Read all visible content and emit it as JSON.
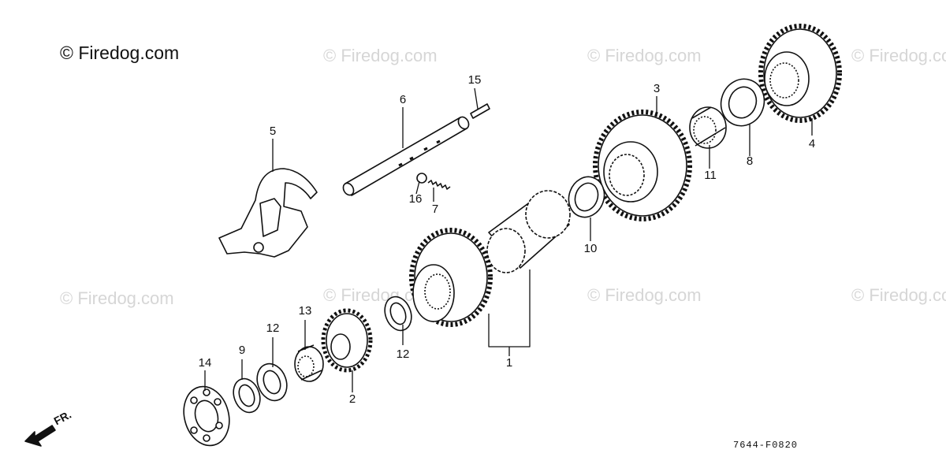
{
  "copyright": "© Firedog.com",
  "watermarks": [
    "© Firedog.com",
    "© Firedog.com",
    "© Firedog.com",
    "© Firedog.com",
    "© Firedog.com",
    "© Firedog.com",
    "© Firedog.com"
  ],
  "diagram_code": "7644-F0820",
  "front_label": "FR.",
  "callouts": {
    "c1": "1",
    "c2": "2",
    "c3": "3",
    "c4": "4",
    "c5": "5",
    "c6": "6",
    "c7": "7",
    "c8": "8",
    "c9": "9",
    "c10": "10",
    "c11": "11",
    "c12a": "12",
    "c12b": "12",
    "c13": "13",
    "c14": "14",
    "c15": "15",
    "c16": "16"
  },
  "colors": {
    "line": "#111111",
    "watermark": "#d6d6d6",
    "background": "#ffffff"
  }
}
